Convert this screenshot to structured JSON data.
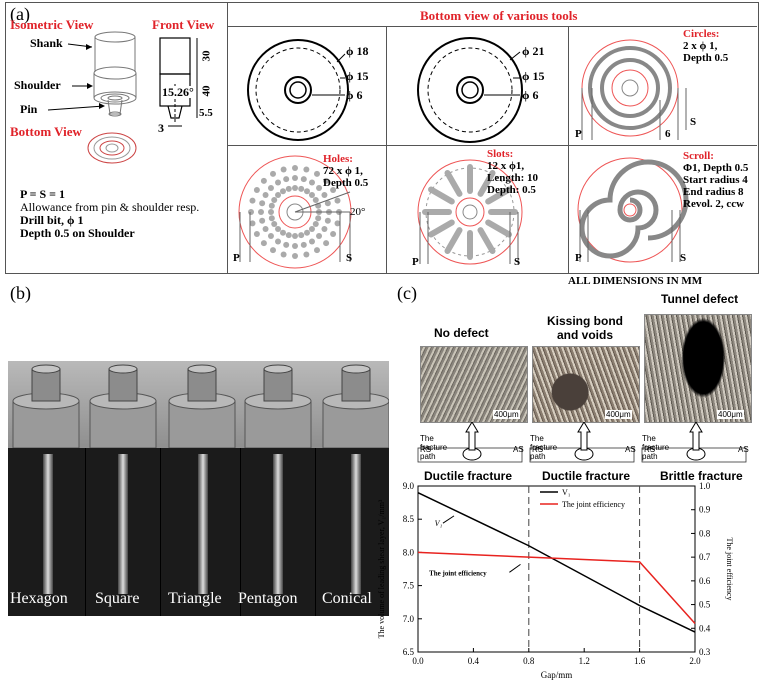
{
  "panel_a": {
    "label": "(a)",
    "isometric_title": "Isometric View",
    "front_title": "Front View",
    "bottom_title": "Bottom View",
    "shank": "Shank",
    "shoulder": "Shoulder",
    "pin": "Pin",
    "dim_30": "30",
    "dim_40": "40",
    "dim_55": "5.5",
    "dim_3": "3",
    "angle": "15.26°",
    "notes": [
      "P = S = 1",
      "Allowance from pin & shoulder resp.",
      "Drill bit, ϕ 1",
      "Depth 0.5 on Shoulder"
    ],
    "bottom_views_title": "Bottom view of various tools",
    "tool1": {
      "d1": "ϕ 18",
      "d2": "ϕ 15",
      "d3": "ϕ 6"
    },
    "tool2": {
      "d1": "ϕ 21",
      "d2": "ϕ 15",
      "d3": "ϕ 6"
    },
    "circles": {
      "title": "Circles:",
      "l1": "2 x ϕ 1,",
      "l2": "Depth 0.5",
      "p": "P",
      "s": "S",
      "six": "6"
    },
    "holes": {
      "title": "Holes:",
      "l1": "72 x ϕ 1,",
      "l2": "Depth 0.5",
      "angle": "20°",
      "p": "P",
      "s": "S"
    },
    "slots": {
      "title": "Slots:",
      "l1": "12 x ϕ1,",
      "l2": "Length: 10",
      "l3": "Depth: 0.5",
      "p": "P",
      "s": "S"
    },
    "scroll": {
      "title": "Scroll:",
      "l1": "Φ1, Depth 0.5",
      "l2": "Start radius 4",
      "l3": "End radius 8",
      "l4": "Revol. 2, ccw",
      "p": "P",
      "s": "S"
    },
    "units_note": "ALL DIMENSIONS IN MM"
  },
  "panel_b": {
    "label": "(b)",
    "tools": [
      "Hexagon",
      "Square",
      "Triangle",
      "Pentagon",
      "Conical"
    ]
  },
  "panel_c": {
    "label": "(c)",
    "defects": [
      "No defect",
      "Kissing bond\nand voids",
      "Tunnel defect"
    ],
    "scale": "400μm",
    "fracture_path": "The fracture path",
    "rs": "RS",
    "as": "AS",
    "fractures": [
      "Ductile fracture",
      "Ductile fracture",
      "Brittle fracture"
    ]
  },
  "chart_data": {
    "type": "line",
    "xlabel": "Gap/mm",
    "ylabel": "The volume of leading shear layer, V₁/mm³",
    "y2label": "The joint efficiency",
    "xlim": [
      0.0,
      2.0
    ],
    "ylim": [
      6.5,
      9.0
    ],
    "y2lim": [
      0.3,
      1.0
    ],
    "xticks": [
      "0.0",
      "0.4",
      "0.8",
      "1.2",
      "1.6",
      "2.0"
    ],
    "yticks": [
      "6.5",
      "7.0",
      "7.5",
      "8.0",
      "8.5",
      "9.0"
    ],
    "y2ticks": [
      "0.3",
      "0.4",
      "0.5",
      "0.6",
      "0.7",
      "0.8",
      "0.9",
      "1.0"
    ],
    "vlines": [
      0.8,
      1.6
    ],
    "legend_position": "top-right",
    "series": [
      {
        "name": "V₁",
        "axis": "left",
        "color": "#000000",
        "x": [
          0.0,
          0.8,
          1.6,
          2.0
        ],
        "y": [
          8.9,
          8.1,
          7.2,
          6.8
        ]
      },
      {
        "name": "The joint efficiency",
        "axis": "right",
        "color": "#e8231f",
        "x": [
          0.0,
          0.8,
          1.6,
          2.0
        ],
        "y": [
          0.72,
          0.7,
          0.68,
          0.42
        ]
      }
    ],
    "annotations": [
      "V₁",
      "The joint efficiency"
    ]
  }
}
